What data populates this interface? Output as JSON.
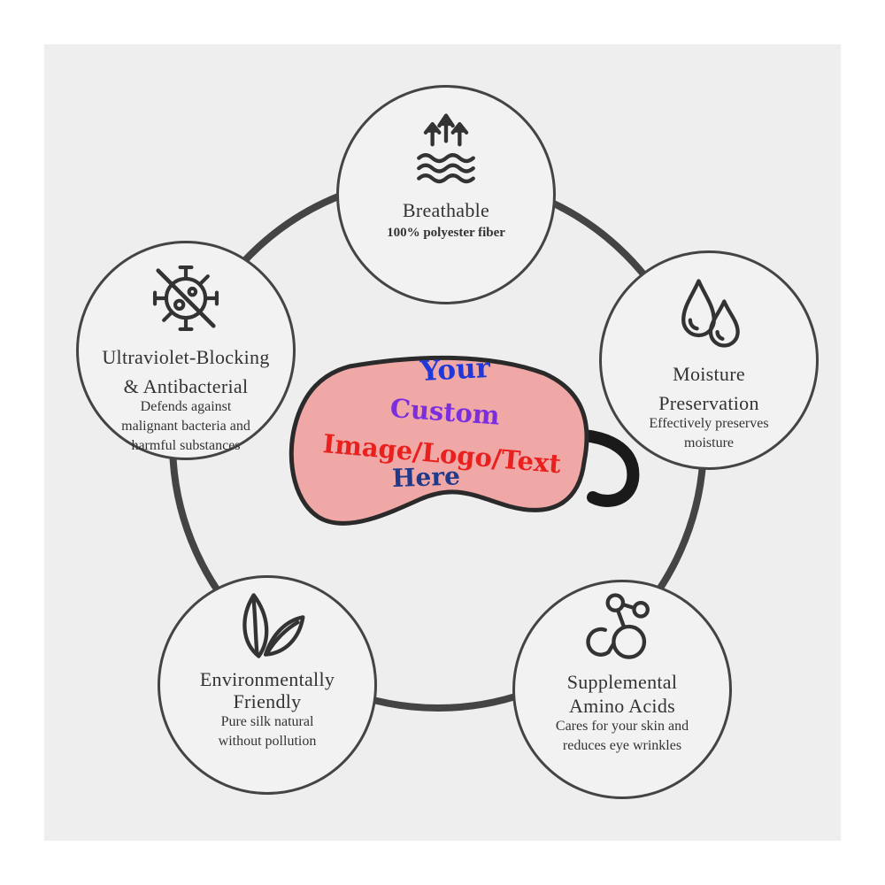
{
  "colors": {
    "panel_bg": "#eeeeee",
    "ring": "#444444",
    "mask": "#f0a8a6",
    "strap": "#1a1a1a",
    "your": "#2038d8",
    "custom": "#7a2ee0",
    "image_logo_text": "#e8201e",
    "here": "#1f3a8a"
  },
  "features": {
    "breathable": {
      "icon": "wave-arrows-icon",
      "title": "Breathable",
      "desc": "100% polyester fiber"
    },
    "uv": {
      "icon": "anti-bacteria-icon",
      "title_1": "Ultraviolet-Blocking",
      "title_2": "& Antibacterial",
      "desc_1": "Defends against",
      "desc_2": "malignant bacteria and",
      "desc_3": "harmful substances"
    },
    "moisture": {
      "icon": "water-drops-icon",
      "title_1": "Moisture",
      "title_2": "Preservation",
      "desc_1": "Effectively preserves",
      "desc_2": "moisture"
    },
    "environment": {
      "icon": "leaves-icon",
      "title_1": "Environmentally",
      "title_2": "Friendly",
      "desc_1": "Pure silk natural",
      "desc_2": "without pollution"
    },
    "amino": {
      "icon": "molecule-icon",
      "title_1": "Supplemental",
      "title_2": "Amino Acids",
      "desc_1": "Cares for your skin and",
      "desc_2": "reduces eye wrinkles"
    }
  },
  "mask": {
    "line_1": "Your",
    "line_2": "Custom",
    "line_3": "Image/Logo/Text",
    "line_4": "Here"
  }
}
